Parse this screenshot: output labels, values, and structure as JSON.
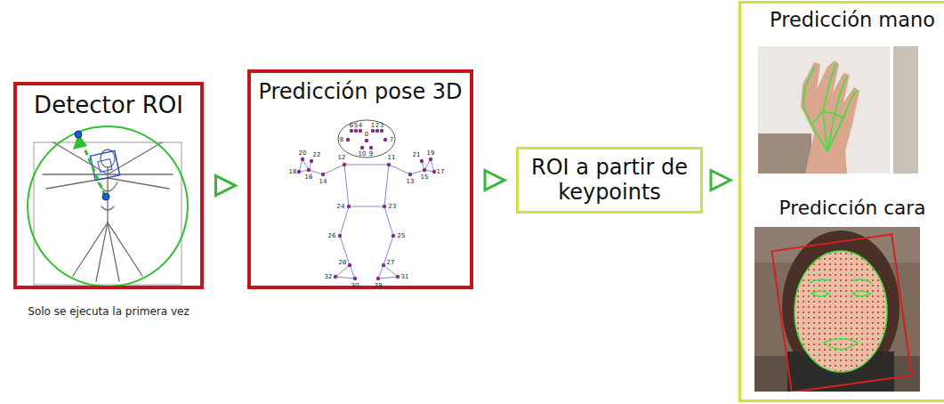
{
  "diagram": {
    "nodes": [
      {
        "text": [
          "Detector ROI"
        ]
      },
      {
        "text": [
          "Predicción pose 3D"
        ]
      },
      {
        "text": [
          "ROI a partir de keypoints"
        ]
      },
      {
        "text": [
          "Predicción mano",
          "Predicción cara"
        ]
      }
    ],
    "edges": [
      {
        "from": 0,
        "to": 1,
        "arrow": "to"
      },
      {
        "from": 1,
        "to": 2,
        "arrow": "to"
      },
      {
        "from": 2,
        "to": 3,
        "arrow": "to"
      }
    ],
    "labels": [
      "Solo se ejecuta la primera vez",
      "0",
      "1",
      "2",
      "3",
      "4",
      "5",
      "6",
      "7",
      "8",
      "9",
      "10",
      "11",
      "12",
      "13",
      "14",
      "15",
      "16",
      "17",
      "18",
      "19",
      "20",
      "21",
      "22",
      "23",
      "24",
      "25",
      "26",
      "27",
      "28",
      "29",
      "30",
      "31",
      "32"
    ]
  }
}
